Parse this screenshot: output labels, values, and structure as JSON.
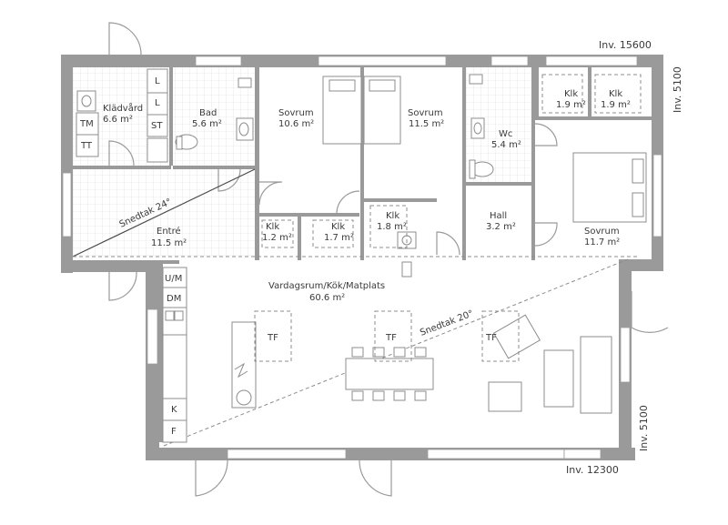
{
  "dimensions": {
    "top": "Inv. 15600",
    "right_upper": "Inv. 5100",
    "right_lower": "Inv. 5100",
    "bottom": "Inv. 12300"
  },
  "rooms": {
    "kladvard": {
      "name": "Klädvård",
      "area": "6.6 m²"
    },
    "bad": {
      "name": "Bad",
      "area": "5.6 m²"
    },
    "sovrum1": {
      "name": "Sovrum",
      "area": "10.6 m²"
    },
    "sovrum2": {
      "name": "Sovrum",
      "area": "11.5 m²"
    },
    "wc": {
      "name": "Wc",
      "area": "5.4 m²"
    },
    "klk_a": {
      "name": "Klk",
      "area": "1.9 m²"
    },
    "klk_b": {
      "name": "Klk",
      "area": "1.9 m²"
    },
    "entre": {
      "name": "Entré",
      "area": "11.5 m²"
    },
    "klk_c": {
      "name": "Klk",
      "area": "1.2 m²"
    },
    "klk_d": {
      "name": "Klk",
      "area": "1.7 m²"
    },
    "klk_e": {
      "name": "Klk",
      "area": "1.8 m²"
    },
    "hall": {
      "name": "Hall",
      "area": "3.2 m²"
    },
    "sovrum3": {
      "name": "Sovrum",
      "area": "11.7 m²"
    },
    "living": {
      "name": "Vardagsrum/Kök/Matplats",
      "area": "60.6 m²"
    }
  },
  "annotations": {
    "snedtak_entre": "Snedtak 24°",
    "snedtak_living": "Snedtak 20°"
  },
  "appliances": {
    "tm": "TM",
    "tt": "TT",
    "st": "ST",
    "l1": "L",
    "l2": "L",
    "um": "U/M",
    "dm": "DM",
    "k": "K",
    "f": "F"
  },
  "skylights": [
    "TF",
    "TF",
    "TF"
  ]
}
